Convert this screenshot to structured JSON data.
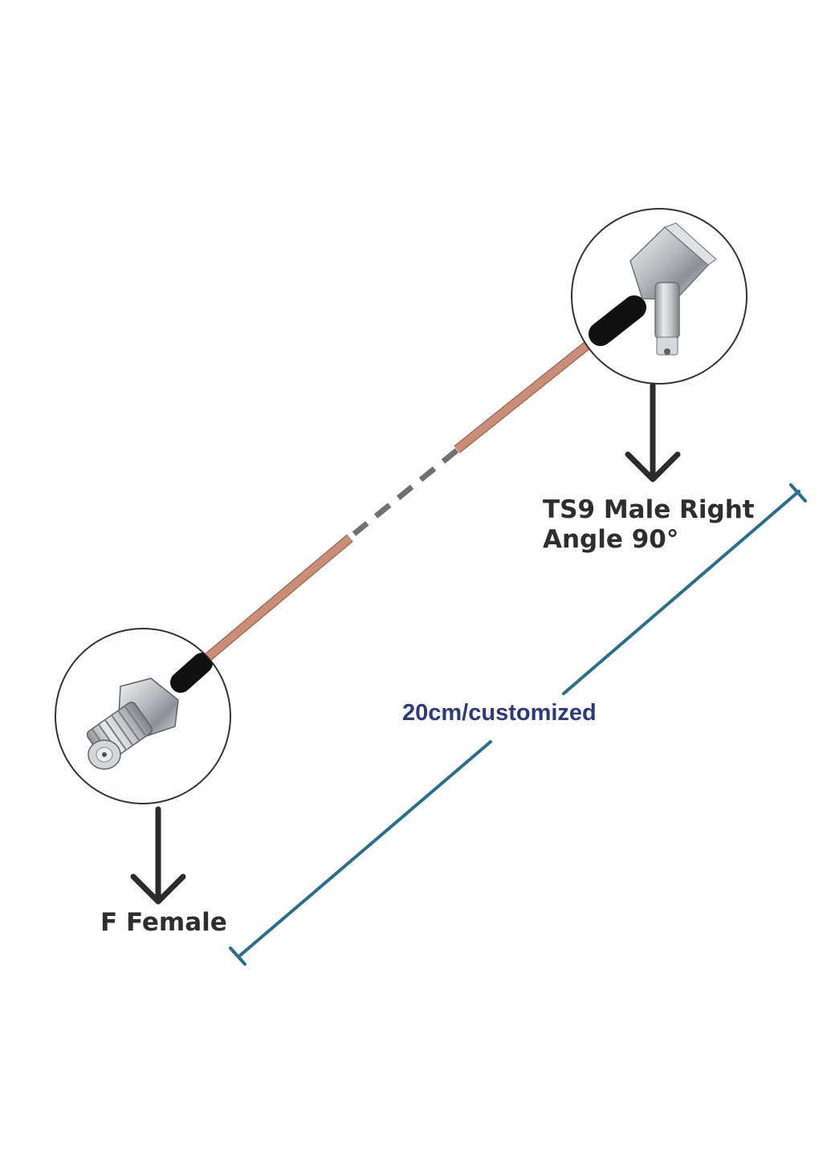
{
  "connectors": {
    "top": {
      "label_line1": "TS9 Male Right",
      "label_line2": "Angle 90°"
    },
    "bottom": {
      "label": "F Female"
    }
  },
  "length_label": "20cm/customized",
  "colors": {
    "text": "#2e2e2e",
    "length_text": "#2e3a78",
    "dimension_line": "#2c6d8a",
    "cable": "#c98e78",
    "cable_dark": "#a86c58",
    "heatshrink": "#111111",
    "metal": "#b9bcc0",
    "dash": "#707070",
    "arrow": "#2b2b2b",
    "circle": "#333333"
  },
  "icons": {
    "top_arrow": "arrow-down-icon",
    "bottom_arrow": "arrow-down-icon"
  }
}
